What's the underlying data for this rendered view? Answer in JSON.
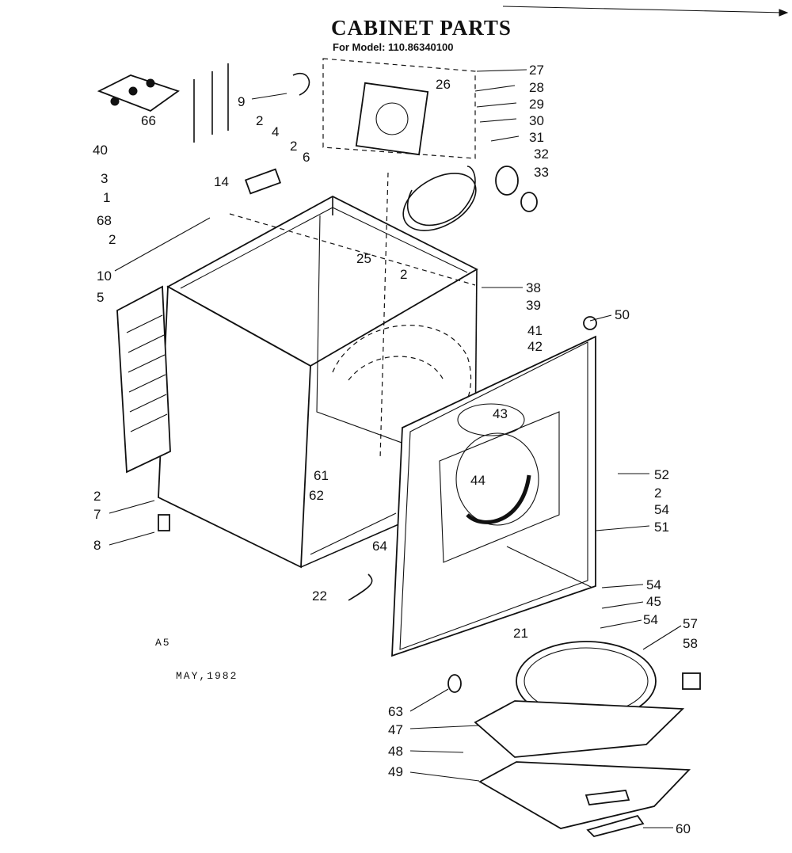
{
  "header": {
    "title": "CABINET PARTS",
    "subtitle": "For Model: 110.86340100"
  },
  "notes": {
    "code": "A5",
    "date": "MAY,1982"
  },
  "callouts": [
    "1",
    "2",
    "3",
    "4",
    "5",
    "6",
    "7",
    "8",
    "9",
    "10",
    "14",
    "21",
    "22",
    "25",
    "26",
    "27",
    "28",
    "29",
    "30",
    "31",
    "32",
    "33",
    "38",
    "39",
    "40",
    "41",
    "42",
    "43",
    "44",
    "45",
    "47",
    "48",
    "49",
    "50",
    "51",
    "52",
    "54",
    "57",
    "58",
    "60",
    "61",
    "62",
    "63",
    "64",
    "66",
    "68"
  ]
}
